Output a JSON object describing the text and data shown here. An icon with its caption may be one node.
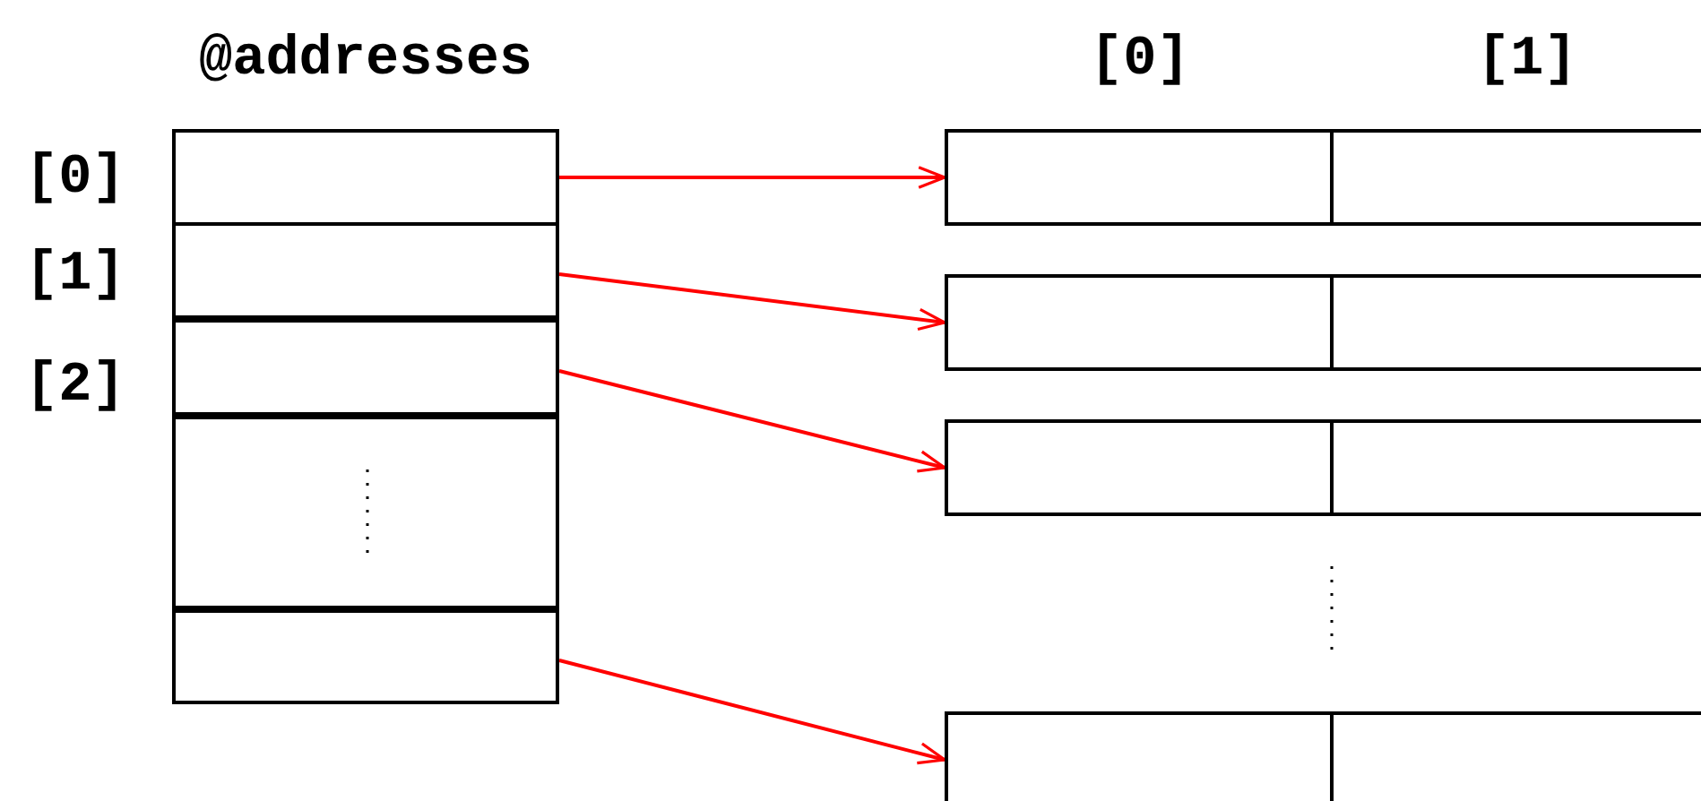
{
  "diagram": {
    "nodes": [
      {
        "text": [
          "@addresses"
        ]
      },
      {
        "text": [],
        "shape": "box",
        "in": 0
      },
      {
        "text": [],
        "shape": "box",
        "in": 0
      },
      {
        "text": [],
        "shape": "box",
        "in": 0
      },
      {
        "text": [],
        "shape": "box",
        "in": 0
      },
      {
        "text": [],
        "shape": "box",
        "in": 0
      },
      {
        "text": [],
        "shape": "box"
      },
      {
        "text": [],
        "shape": "box"
      },
      {
        "text": [],
        "shape": "box"
      },
      {
        "text": [],
        "shape": "box"
      }
    ],
    "edges": [
      {
        "from": 1,
        "to": 6,
        "arrow": "to"
      },
      {
        "from": 2,
        "to": 7,
        "arrow": "to"
      },
      {
        "from": 3,
        "to": 8,
        "arrow": "to"
      },
      {
        "from": 5,
        "to": 9,
        "arrow": "to"
      }
    ],
    "labels": [
      "[0]",
      "[1]",
      "[0]",
      "[1]",
      "[2]"
    ]
  }
}
